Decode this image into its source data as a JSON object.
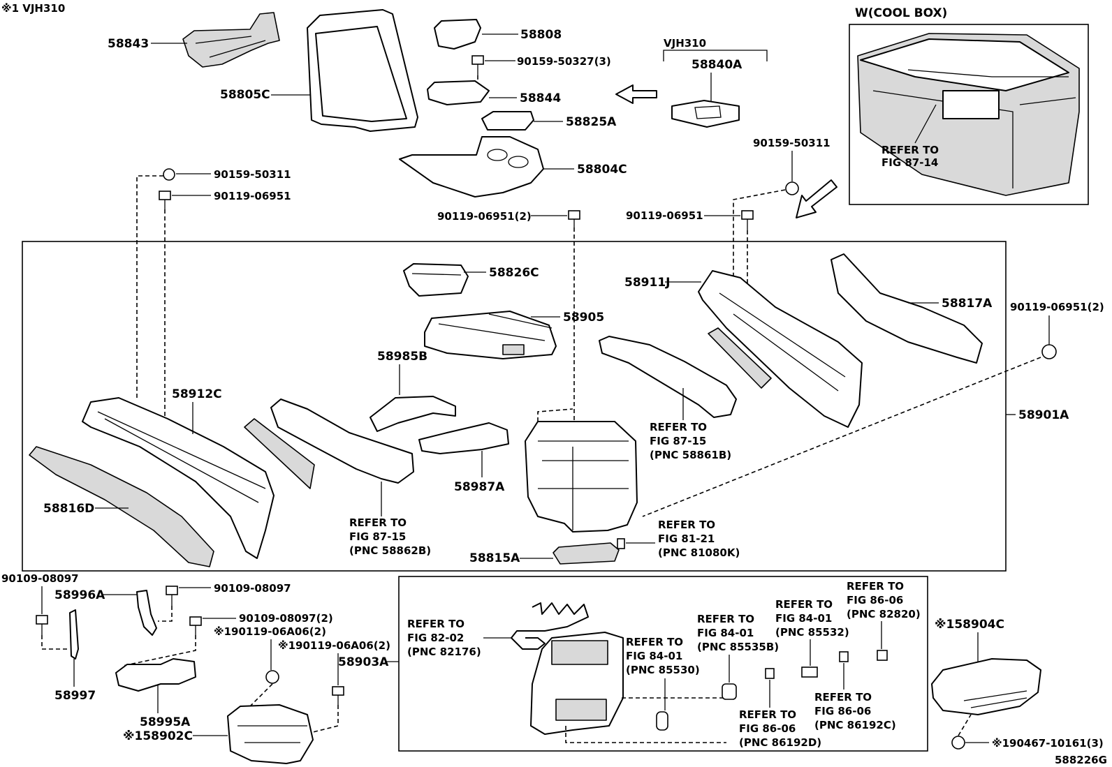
{
  "header": {
    "note_top_left": "※1 VJH310",
    "cool_box_title": "W(COOL BOX)",
    "vjh_label": "VJH310",
    "diagram_id": "588226G"
  },
  "labels": {
    "p58843": "58843",
    "p58805C": "58805C",
    "p58808": "58808",
    "p90159_50327": "90159-50327(3)",
    "p58844": "58844",
    "p58825A": "58825A",
    "p58804C": "58804C",
    "p58840A": "58840A",
    "p90159_50311_left": "90159-50311",
    "p90119_06951_left": "90119-06951",
    "p90119_06951_2_top": "90119-06951(2)",
    "p90159_50311_right": "90159-50311",
    "p90119_06951_right": "90119-06951",
    "p58826C": "58826C",
    "p58905": "58905",
    "p58985B": "58985B",
    "p58911J": "58911J",
    "p58817A": "58817A",
    "p90119_06951_2_right": "90119-06951(2)",
    "p58912C": "58912C",
    "p58901A": "58901A",
    "p58987A": "58987A",
    "p58816D": "58816D",
    "p58815A": "58815A",
    "p90109_08097_a": "90109-08097",
    "p90109_08097_b": "90109-08097",
    "p58996A": "58996A",
    "p58997": "58997",
    "p90109_08097_2": "90109-08097(2)",
    "p190119_06A06_a": "※190119-06A06(2)",
    "p190119_06A06_b": "※190119-06A06(2)",
    "p58903A": "58903A",
    "p58995A": "58995A",
    "p158902C": "※158902C",
    "p158904C": "※158904C",
    "p190467_10161": "※190467-10161(3)"
  },
  "refs": {
    "cool_box": [
      "REFER TO",
      "FIG 87-14"
    ],
    "r87_15_b": [
      "REFER TO",
      "FIG 87-15",
      "(PNC 58861B)"
    ],
    "r87_15_a": [
      "REFER TO",
      "FIG 87-15",
      "(PNC 58862B)"
    ],
    "r81_21": [
      "REFER TO",
      "FIG 81-21",
      "(PNC 81080K)"
    ],
    "r82_02": [
      "REFER TO",
      "FIG 82-02",
      "(PNC 82176)"
    ],
    "r84_01_a": [
      "REFER TO",
      "FIG 84-01",
      "(PNC 85530)"
    ],
    "r84_01_b": [
      "REFER TO",
      "FIG 84-01",
      "(PNC 85535B)"
    ],
    "r84_01_c": [
      "REFER TO",
      "FIG 84-01",
      "(PNC 85532)"
    ],
    "r86_06_a": [
      "REFER TO",
      "FIG 86-06",
      "(PNC 82820)"
    ],
    "r86_06_b": [
      "REFER TO",
      "FIG 86-06",
      "(PNC 86192C)"
    ],
    "r86_06_c": [
      "REFER TO",
      "FIG 86-06",
      "(PNC 86192D)"
    ]
  }
}
